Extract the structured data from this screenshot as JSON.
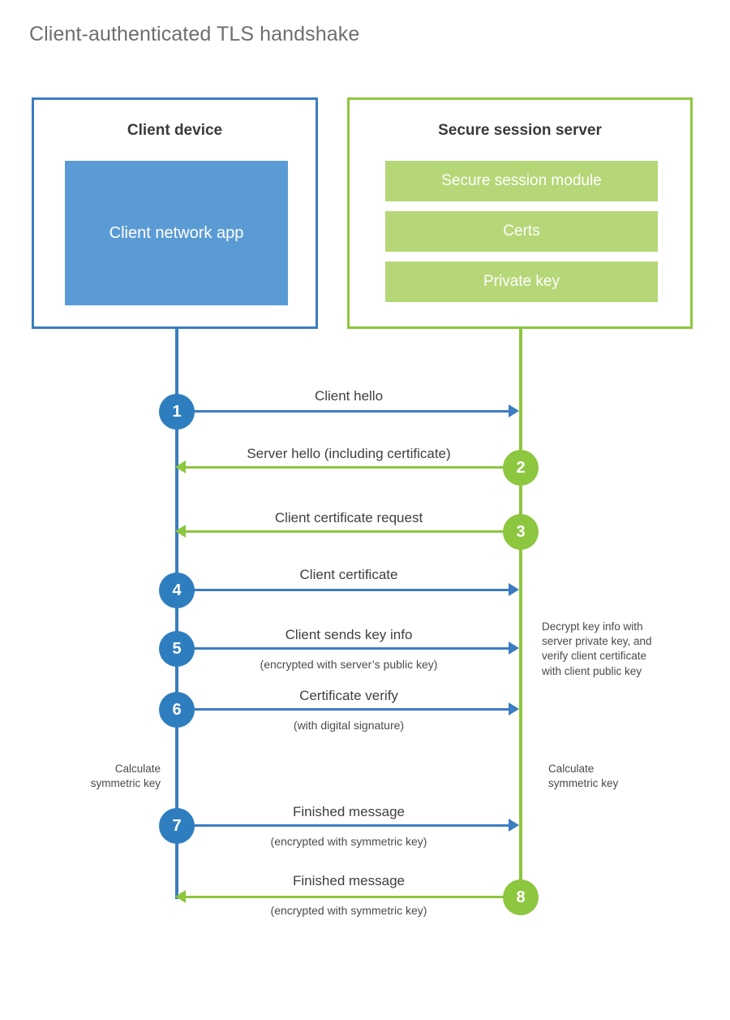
{
  "diagram": {
    "title": "Client-authenticated TLS handshake",
    "colors": {
      "client_blue": "#3b7dc0",
      "client_app_fill": "#5b9bd5",
      "client_circle": "#2e7ebf",
      "server_green": "#8dc63f",
      "server_bar_fill": "#b5d777",
      "text": "#3f3f3f",
      "title_text": "#6d6e71"
    },
    "participants": {
      "client": {
        "title": "Client device",
        "component": "Client network app"
      },
      "server": {
        "title": "Secure session server",
        "components": [
          "Secure session module",
          "Certs",
          "Private key"
        ]
      }
    },
    "steps": [
      {
        "number": "1",
        "label": "Client hello",
        "sublabel": "",
        "direction": "client-to-server",
        "color": "blue"
      },
      {
        "number": "2",
        "label": "Server hello (including certificate)",
        "sublabel": "",
        "direction": "server-to-client",
        "color": "green"
      },
      {
        "number": "3",
        "label": "Client certificate request",
        "sublabel": "",
        "direction": "server-to-client",
        "color": "green"
      },
      {
        "number": "4",
        "label": "Client certificate",
        "sublabel": "",
        "direction": "client-to-server",
        "color": "blue"
      },
      {
        "number": "5",
        "label": "Client sends key info",
        "sublabel": "(encrypted with server’s public key)",
        "direction": "client-to-server",
        "color": "blue"
      },
      {
        "number": "6",
        "label": "Certificate verify",
        "sublabel": "(with digital signature)",
        "direction": "client-to-server",
        "color": "blue"
      },
      {
        "number": "7",
        "label": "Finished message",
        "sublabel": "(encrypted with symmetric key)",
        "direction": "client-to-server",
        "color": "blue"
      },
      {
        "number": "8",
        "label": "Finished message",
        "sublabel": "(encrypted with symmetric key)",
        "direction": "server-to-client",
        "color": "green"
      }
    ],
    "annotations": {
      "server_decrypt_note": "Decrypt key info with\nserver private key, and\nverify client certificate\nwith client public key",
      "client_calculate_note": "Calculate\nsymmetric key",
      "server_calculate_note": "Calculate\nsymmetric key"
    }
  }
}
